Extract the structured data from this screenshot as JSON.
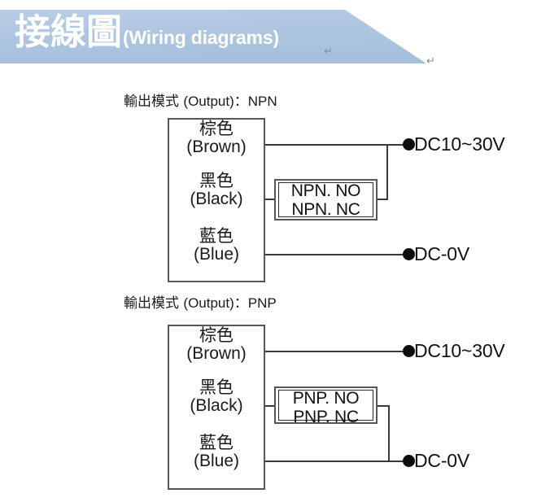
{
  "header": {
    "title_cjk": "接線圖",
    "title_en": "(Wiring diagrams)",
    "banner_color": "#aec6e0",
    "text_color": "#ffffff",
    "pilcrow_1": "↵",
    "pilcrow_2": "↵"
  },
  "diagrams": [
    {
      "id": "npn",
      "section_title_cjk": "輸出模式 ",
      "section_title_en": "(Output)：NPN",
      "leads": [
        {
          "name": "brown",
          "cjk": "棕色",
          "en": "(Brown)"
        },
        {
          "name": "black",
          "cjk": "黑色",
          "en": "(Black)"
        },
        {
          "name": "blue",
          "cjk": "藍色",
          "en": "(Blue)"
        }
      ],
      "mode_box": {
        "line1": "NPN. NO",
        "line2": "NPN. NC"
      },
      "terminals": [
        {
          "name": "supply-positive",
          "label": "DC10~30V"
        },
        {
          "name": "supply-ground",
          "label": "DC-0V"
        }
      ]
    },
    {
      "id": "pnp",
      "section_title_cjk": "輸出模式 ",
      "section_title_en": "(Output)：PNP",
      "leads": [
        {
          "name": "brown",
          "cjk": "棕色",
          "en": "(Brown)"
        },
        {
          "name": "black",
          "cjk": "黑色",
          "en": "(Black)"
        },
        {
          "name": "blue",
          "cjk": "藍色",
          "en": "(Blue)"
        }
      ],
      "mode_box": {
        "line1": "PNP. NO",
        "line2": "PNP. NC"
      },
      "terminals": [
        {
          "name": "supply-positive",
          "label": "DC10~30V"
        },
        {
          "name": "supply-ground",
          "label": "DC-0V"
        }
      ]
    }
  ],
  "colors": {
    "wire": "#3a3a3a",
    "box_border": "#575757",
    "terminal": "#0d0d0d"
  }
}
